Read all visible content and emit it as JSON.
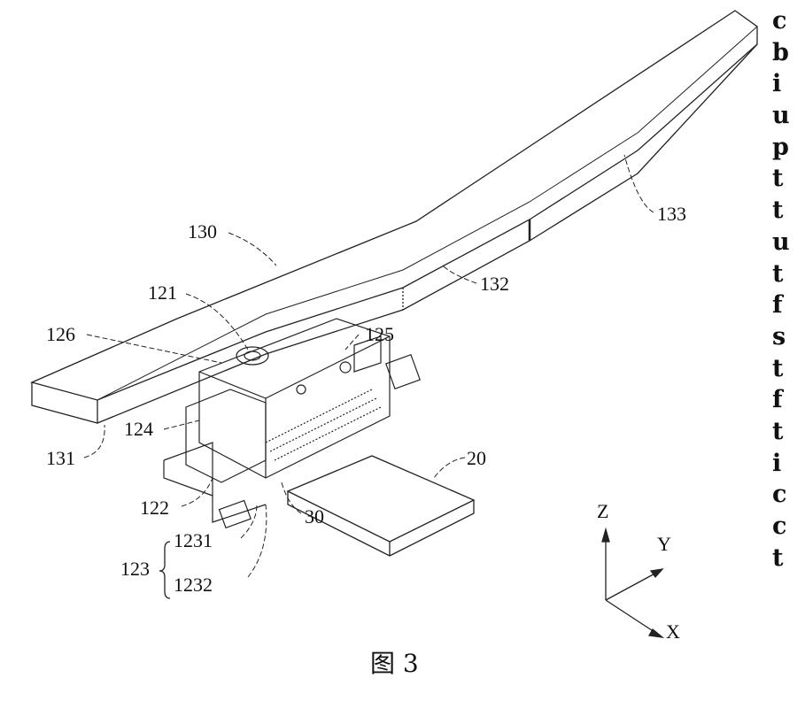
{
  "figure": {
    "caption": "图 3",
    "labels": {
      "l130": "130",
      "l121": "121",
      "l126": "126",
      "l125": "125",
      "l124": "124",
      "l131": "131",
      "l132": "132",
      "l133": "133",
      "l122": "122",
      "l123": "123",
      "l1231": "1231",
      "l1232": "1232",
      "l20": "20",
      "l30": "30"
    },
    "axes": {
      "z": "Z",
      "y": "Y",
      "x": "X"
    }
  },
  "side_text": [
    "c",
    "b",
    "i",
    "u",
    "p",
    "t",
    "t",
    "u",
    "t",
    "f",
    "s",
    "t",
    "f",
    "t",
    "i",
    "c",
    "c",
    "t"
  ]
}
